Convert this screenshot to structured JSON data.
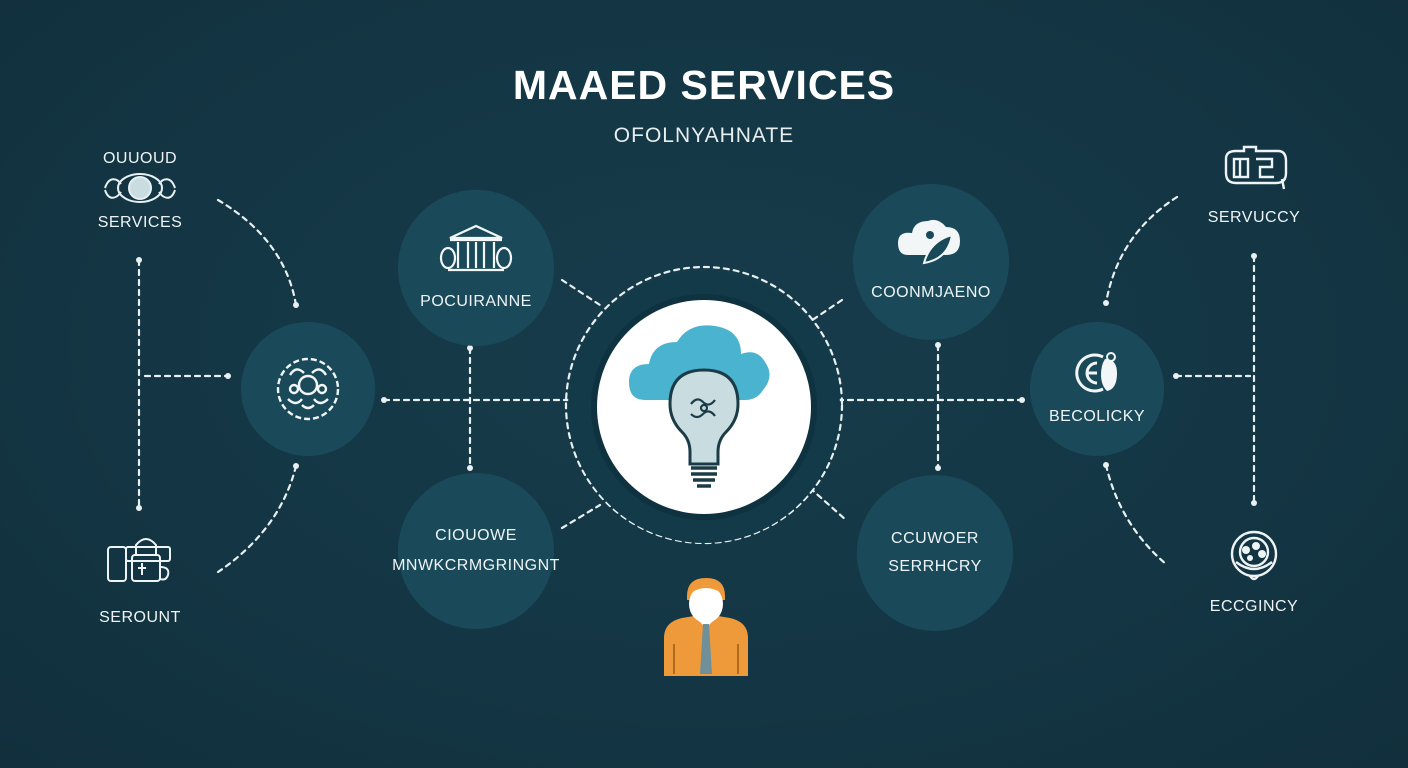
{
  "header": {
    "title": "MAAED SERVICES",
    "subtitle": "OFOLNYAHNATE"
  },
  "colors": {
    "background": "#143644",
    "node_fill": "#1a4a5a",
    "hub_fill": "#ffffff",
    "cloud_blue": "#4ab3cf",
    "bulb_fill": "#c9dde0",
    "person_orange": "#ef9a3a",
    "line_white": "#e8f0f2"
  },
  "hub": {
    "icon": "cloud-lightbulb-icon"
  },
  "person": {
    "icon": "businessman-icon"
  },
  "left_nodes": [
    {
      "id": "cloud-services",
      "label_top": "OUUOUD",
      "label_bottom": "SERVICES",
      "icon": "ornate-badge-icon"
    },
    {
      "id": "ornament",
      "label": "",
      "icon": "floral-ornament-icon"
    },
    {
      "id": "seround",
      "label": "SEROUNT",
      "icon": "shopping-bags-icon"
    }
  ],
  "inner_left_nodes": [
    {
      "id": "governance",
      "label": "POCUIRANNE",
      "icon": "courthouse-icon"
    },
    {
      "id": "management",
      "label_top": "CIOUOWE",
      "label_bottom": "MNWKCRMGRINGNT",
      "icon": ""
    }
  ],
  "inner_right_nodes": [
    {
      "id": "community",
      "label": "COONMJAENO",
      "icon": "cloud-leaf-icon"
    },
    {
      "id": "cloud-security",
      "label_top": "CCUWOER",
      "label_bottom": "SERRHCRY",
      "icon": ""
    }
  ],
  "right_nodes": [
    {
      "id": "servicy",
      "label": "SERVUCCY",
      "icon": "device-icon"
    },
    {
      "id": "becolicky",
      "label": "BECOLICKY",
      "icon": "security-face-icon"
    },
    {
      "id": "ecoginy",
      "label": "ECCGINCY",
      "icon": "globe-network-icon"
    }
  ]
}
